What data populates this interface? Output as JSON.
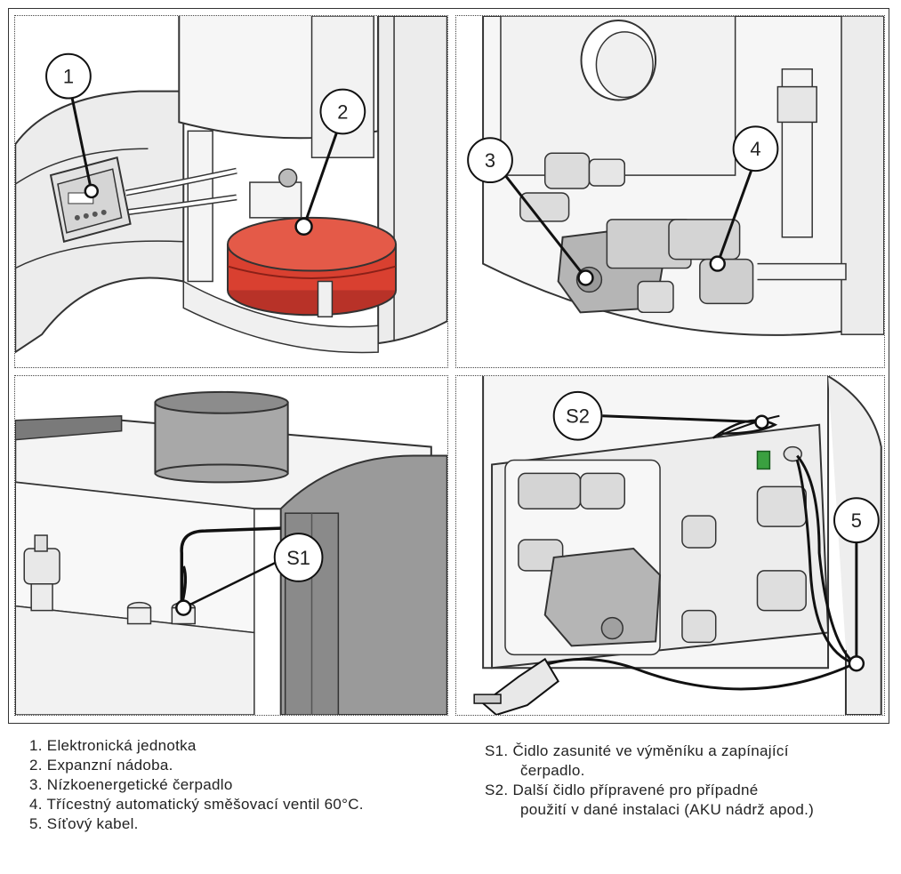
{
  "callouts": {
    "c1": "1",
    "c2": "2",
    "c3": "3",
    "c4": "4",
    "c5": "5",
    "s1": "S1",
    "s2": "S2"
  },
  "legend_left": [
    "1. Elektronická jednotka",
    "2. Expanzní nádoba.",
    "3. Nízkoenergetické čerpadlo",
    "4. Třícestný automatický směšovací ventil 60°C.",
    "5. Síťový kabel."
  ],
  "legend_right": {
    "s1_line1": "S1. Čidlo zasunité ve výměníku a zapínající",
    "s1_line2": "čerpadlo.",
    "s2_line1": "S2. Další čidlo přípravené pro případné",
    "s2_line2": "použití v dané instalaci (AKU nádrž apod.)"
  },
  "colors": {
    "expansion_vessel": "#d94030",
    "sensor_green": "#3aa040",
    "panel_gray": "#9a9a9a",
    "line": "#222222"
  }
}
